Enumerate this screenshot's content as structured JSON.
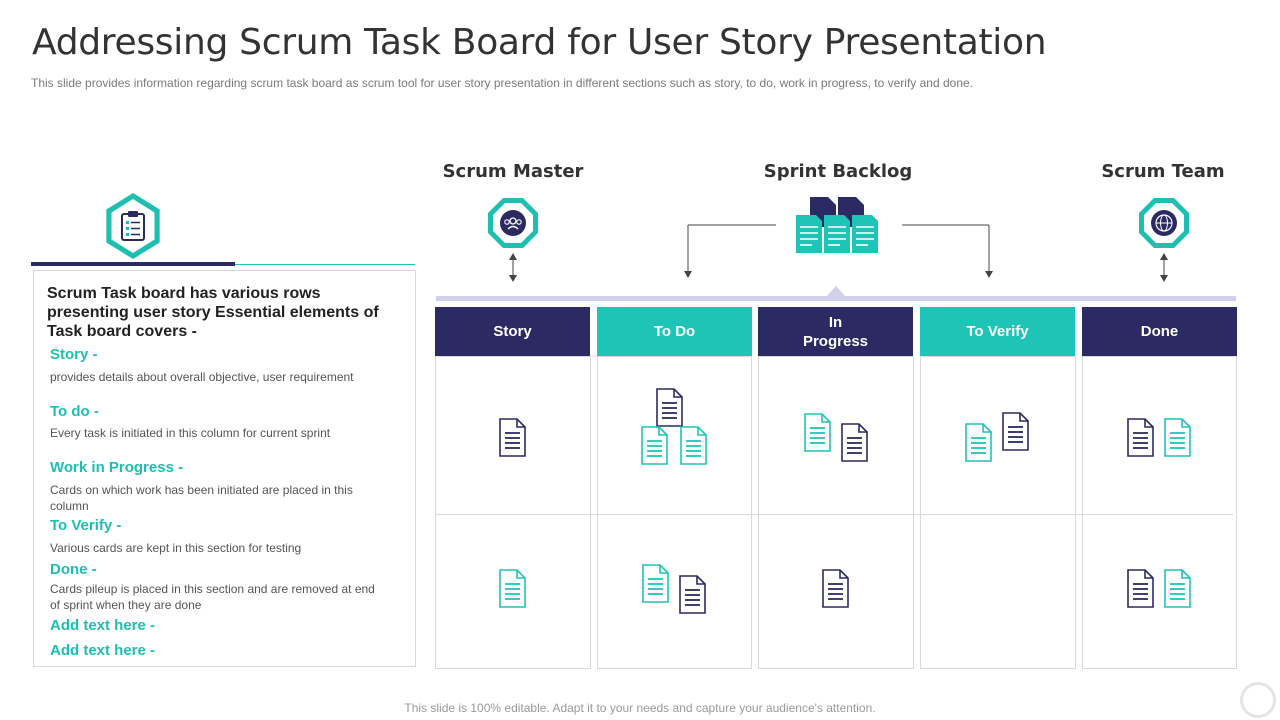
{
  "title": "Addressing Scrum Task Board for User Story Presentation",
  "subtitle": "This slide provides  information  regarding  scrum task board as scrum tool for user story presentation in different  sections such as story, to do, work in progress,  to verify and done.",
  "footer": "This slide is 100% editable. Adapt it to your needs and capture your audience's attention.",
  "roles": {
    "scrum_master": "Scrum Master",
    "sprint_backlog": "Sprint Backlog",
    "scrum_team": "Scrum Team"
  },
  "left_panel": {
    "intro": "Scrum Task board has various rows presenting user story Essential elements of Task board covers -",
    "sections": [
      {
        "heading": "Story -",
        "desc": "provides  details about overall  objective,  user requirement"
      },
      {
        "heading": "To do -",
        "desc": "Every  task is initiated in this column for current  sprint"
      },
      {
        "heading": "Work in Progress -",
        "desc": "Cards on which work has been initiated are placed in this column"
      },
      {
        "heading": "To Verify -",
        "desc": "Various cards are  kept in this section for testing"
      },
      {
        "heading": "Done -",
        "desc": "Cards pileup is placed in this section and are removed at end of sprint when they are done"
      },
      {
        "heading": "Add text here -",
        "desc": ""
      },
      {
        "heading": "Add text here -",
        "desc": ""
      }
    ]
  },
  "board": {
    "columns": [
      {
        "label": "Story",
        "color": "#2b2a63"
      },
      {
        "label": "To Do",
        "color": "#1ec4b6"
      },
      {
        "label": "In\nProgress",
        "color": "#2b2a63"
      },
      {
        "label": "To Verify",
        "color": "#1ec4b6"
      },
      {
        "label": "Done",
        "color": "#2b2a63"
      }
    ]
  },
  "colors": {
    "navy": "#2b2a63",
    "teal": "#1cbfb0",
    "divider": "#d0d0ea"
  },
  "icons": {
    "clipboard": "clipboard-icon",
    "scrum_master": "team-icon",
    "sprint_backlog": "document-stack-icon",
    "scrum_team": "globe-icon",
    "card": "document-icon"
  }
}
